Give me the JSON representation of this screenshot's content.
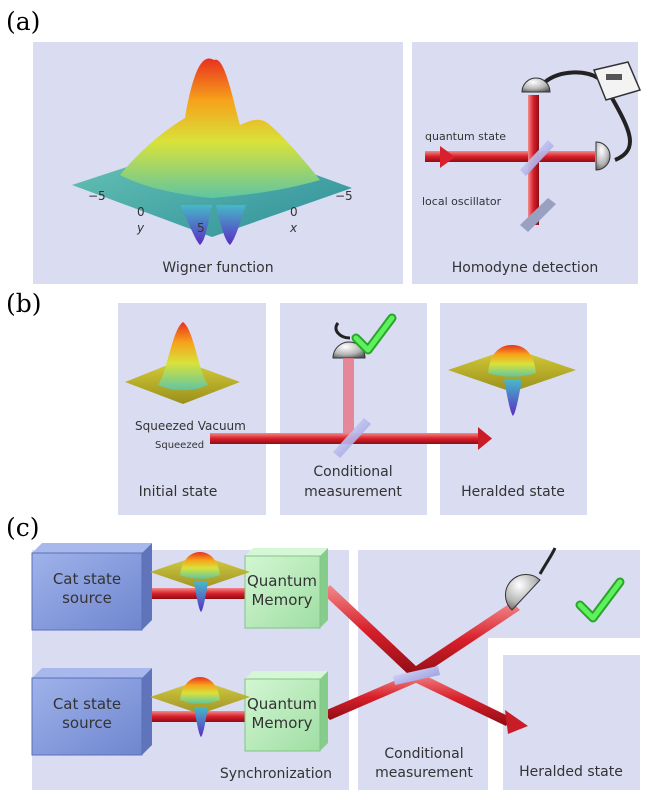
{
  "panels": {
    "a": {
      "label": "(a)",
      "wigner": {
        "caption": "Wigner function",
        "axis_ticks": {
          "x_neg": "−5",
          "zero_y": "0",
          "y_label": "y",
          "five_y": "5",
          "zero_x": "0",
          "x_label": "x",
          "x_pos": "−5"
        }
      },
      "homodyne": {
        "caption": "Homodyne detection",
        "quantum_state": "quantum state",
        "local_oscillator": "local oscillator"
      }
    },
    "b": {
      "label": "(b)",
      "initial_caption": "Initial state",
      "squeezed_vacuum": "Squeezed Vacuum",
      "squeezed_ghost": "Squeezed",
      "conditional_line1": "Conditional",
      "conditional_line2": "measurement",
      "heralded_caption": "Heralded state"
    },
    "c": {
      "label": "(c)",
      "source_line1": "Cat state",
      "source_line2": "source",
      "memory_line1": "Quantum",
      "memory_line2": "Memory",
      "synchronization": "Synchronization",
      "conditional_line1": "Conditional",
      "conditional_line2": "measurement",
      "heralded_caption": "Heralded state"
    }
  },
  "colors": {
    "panel": "#dadcf2",
    "beam": "#d8212d",
    "source_box": "#7f97d9",
    "memory_box": "#b6eab8",
    "check": "#3fd43f"
  }
}
